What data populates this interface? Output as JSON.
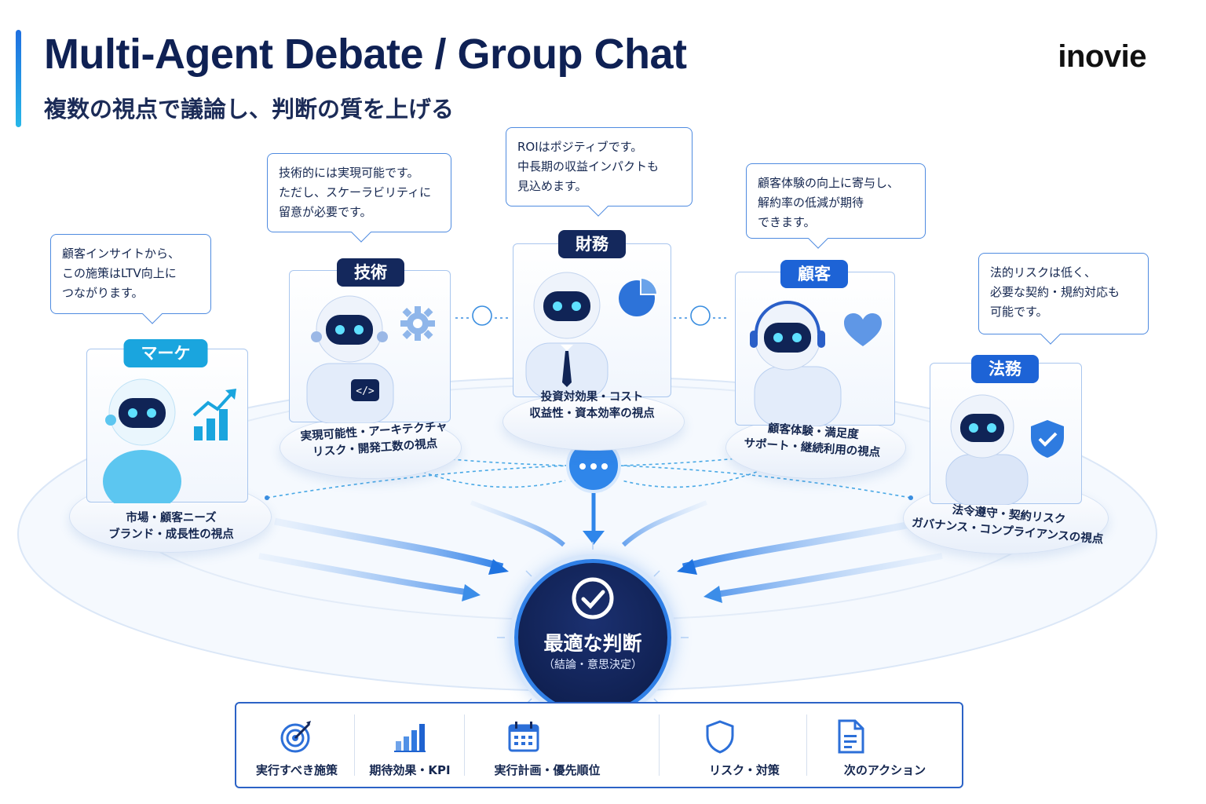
{
  "header": {
    "title": "Multi-Agent Debate / Group Chat",
    "subtitle": "複数の視点で議論し、判断の質を上げる",
    "brand": "inovie"
  },
  "agents": [
    {
      "id": "marketing",
      "label": "マーケ",
      "badge_color": "#1aa5de",
      "icon": "growth-chart-icon",
      "perspective": [
        "市場・顧客ニーズ",
        "ブランド・成長性の視点"
      ],
      "comment": [
        "顧客インサイトから、",
        "この施策はLTV向上に",
        "つながります。"
      ]
    },
    {
      "id": "tech",
      "label": "技術",
      "badge_color": "#14285c",
      "icon": "gear-icon",
      "perspective": [
        "実現可能性・アーキテクチャ",
        "リスク・開発工数の視点"
      ],
      "comment": [
        "技術的には実現可能です。",
        "ただし、スケーラビリティに",
        "留意が必要です。"
      ]
    },
    {
      "id": "finance",
      "label": "財務",
      "badge_color": "#14285c",
      "icon": "pie-chart-icon",
      "perspective": [
        "投資対効果・コスト",
        "収益性・資本効率の視点"
      ],
      "comment": [
        "ROIはポジティブです。",
        "中長期の収益インパクトも",
        "見込めます。"
      ]
    },
    {
      "id": "customer",
      "label": "顧客",
      "badge_color": "#1d63d6",
      "icon": "heart-icon",
      "perspective": [
        "顧客体験・満足度",
        "サポート・継続利用の視点"
      ],
      "comment": [
        "顧客体験の向上に寄与し、",
        "解約率の低減が期待",
        "できます。"
      ]
    },
    {
      "id": "legal",
      "label": "法務",
      "badge_color": "#1d63d6",
      "icon": "shield-check-icon",
      "perspective": [
        "法令遵守・契約リスク",
        "ガバナンス・コンプライアンスの視点"
      ],
      "comment": [
        "法的リスクは低く、",
        "必要な契約・規約対応も",
        "可能です。"
      ]
    }
  ],
  "decision": {
    "title": "最適な判断",
    "subtitle": "（結論・意思決定）",
    "icon": "check-circle-icon"
  },
  "outcomes": [
    {
      "label": "実行すべき施策",
      "icon": "target-icon"
    },
    {
      "label": "期待効果・KPI",
      "icon": "bar-chart-icon"
    },
    {
      "label": "実行計画・優先順位",
      "icon": "calendar-icon"
    },
    {
      "label": "リスク・対策",
      "icon": "shield-icon"
    },
    {
      "label": "次のアクション",
      "icon": "document-icon"
    }
  ],
  "colors": {
    "navy": "#0f2154",
    "primary_blue": "#1f6fe0",
    "cyan": "#1aa5de",
    "light_blue": "#a9c6ee"
  }
}
